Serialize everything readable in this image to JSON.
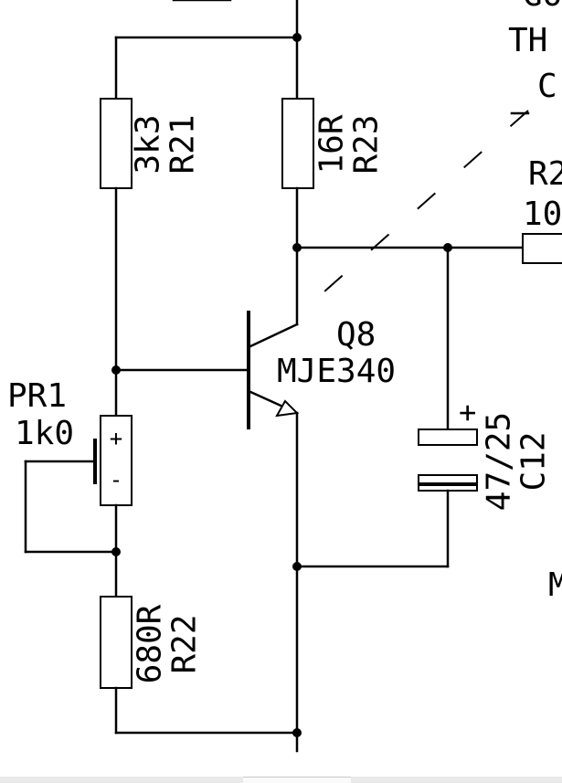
{
  "components": {
    "r21": {
      "value": "3k3",
      "ref": "R21"
    },
    "r23": {
      "value": "16R",
      "ref": "R23"
    },
    "r22": {
      "value": "680R",
      "ref": "R22"
    },
    "pr1": {
      "ref": "PR1",
      "value": "1k0",
      "plus": "+",
      "minus": "-"
    },
    "q8": {
      "ref": "Q8",
      "part": "MJE340"
    },
    "c12": {
      "value": "47/25",
      "ref": "C12",
      "plus": "+"
    },
    "r_partial": {
      "ref": "R2",
      "value": "10"
    }
  },
  "cut_off_text": {
    "line1": "GO",
    "line2": "TH",
    "line3": "C",
    "right_edge": "M"
  }
}
